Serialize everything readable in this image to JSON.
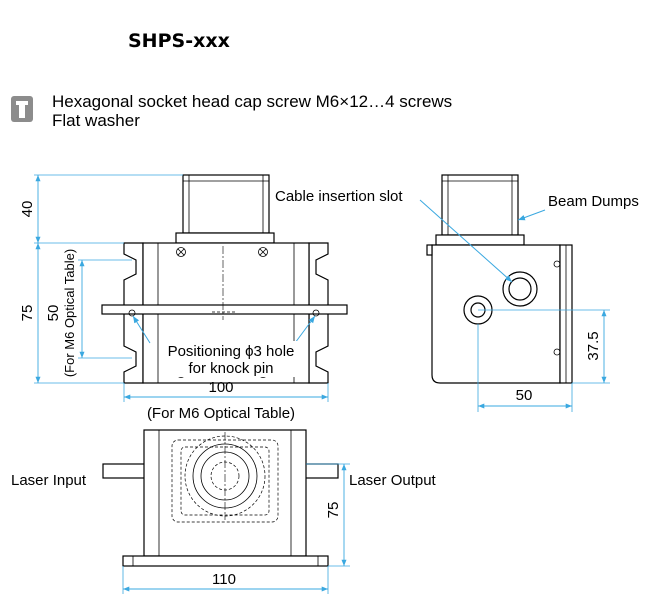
{
  "title": "SHPS-xxx",
  "note": {
    "icon": "screw-icon",
    "line1": "Hexagonal socket head cap screw M6×12…4 screws",
    "line2": "Flat washer"
  },
  "labels": {
    "cable_slot": "Cable insertion slot",
    "beam_dumps": "Beam Dumps",
    "positioning_1": "Positioning ϕ3 hole",
    "positioning_2": "for knock pin",
    "laser_input": "Laser Input",
    "laser_output": "Laser Output"
  },
  "dimensions": {
    "front_height_top": "40",
    "front_height": "75",
    "front_holes": "50",
    "front_holes_note": "(For M6 Optical Table)",
    "front_width": "100",
    "front_width_note": "(For M6 Optical Table)",
    "side_height": "37.5",
    "side_width": "50",
    "top_height": "75",
    "top_width": "110"
  },
  "colors": {
    "dimension_line": "#3aa8e0",
    "drawing_line": "#000000",
    "icon_fill": "#8c8c8c"
  }
}
